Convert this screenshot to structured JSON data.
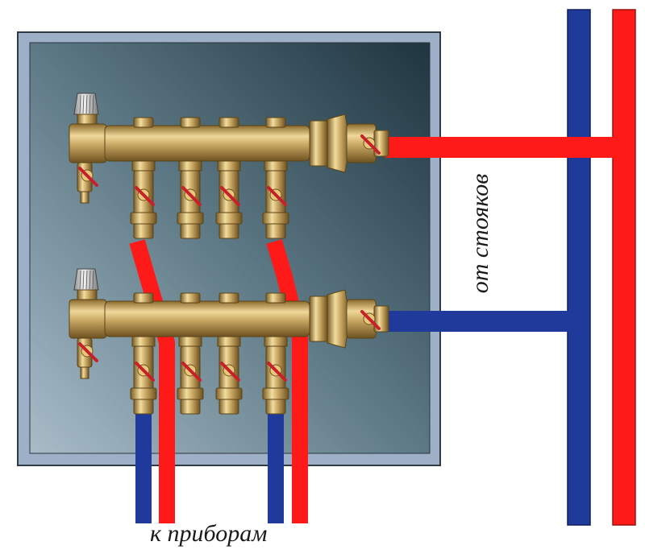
{
  "diagram": {
    "labels": {
      "to_devices": "к приборам",
      "from_risers": "от стояков"
    },
    "colors": {
      "hot_pipe": "#ff1a1a",
      "cold_pipe": "#1f3a9a",
      "cabinet_frame": "#9db0c8",
      "cabinet_inner_dark": "#1f3540",
      "cabinet_inner_light": "#a8bcc8",
      "brass": "#c8a662",
      "valve_handle": "#c8202a"
    },
    "elements": {
      "supply_manifold": "supply-manifold",
      "return_manifold": "return-manifold",
      "outlets_per_manifold": 4,
      "devices_circuits": 2
    }
  }
}
